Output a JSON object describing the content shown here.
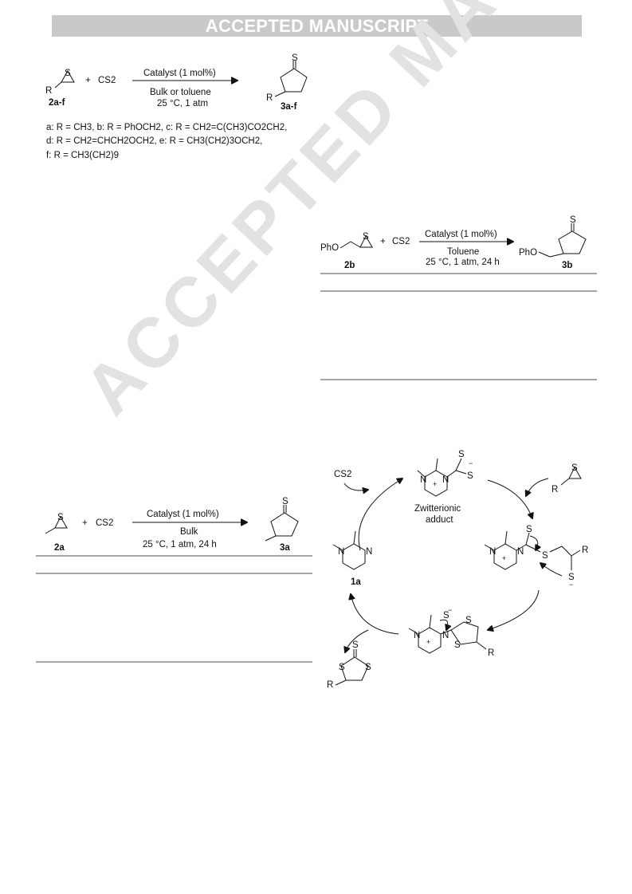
{
  "header": {
    "banner": "ACCEPTED MANUSCRIPT"
  },
  "watermark": "ACCEPTED MANUSCRIPT",
  "scheme1": {
    "reactant_label": "2a-f",
    "plus": "+",
    "cs2": "CS2",
    "conditions_top": "Catalyst (1 mol%)",
    "conditions_mid": "Bulk or toluene",
    "conditions_bot": "25 °C, 1 atm",
    "product_label": "3a-f",
    "r_label": "R",
    "legend_line1": "a: R = CH3, b: R = PhOCH2, c: R = CH2=C(CH3)CO2CH2,",
    "legend_line2": "d: R = CH2=CHCH2OCH2, e: R = CH3(CH2)3OCH2,",
    "legend_line3": "f: R = CH3(CH2)9"
  },
  "scheme2": {
    "reactant_label": "2b",
    "phO": "PhO",
    "plus": "+",
    "cs2": "CS2",
    "conditions_top": "Catalyst (1 mol%)",
    "conditions_mid": "Toluene",
    "conditions_bot": "25 °C, 1 atm, 24 h",
    "product_label": "3b"
  },
  "scheme3": {
    "reactant_label": "2a",
    "plus": "+",
    "cs2": "CS2",
    "conditions_top": "Catalyst (1 mol%)",
    "conditions_mid": "Bulk",
    "conditions_bot": "25 °C, 1 atm, 24 h",
    "product_label": "3a"
  },
  "mechanism": {
    "cs2": "CS2",
    "zwitterion_line1": "Zwitterionic",
    "zwitterion_line2": "adduct",
    "catalyst_label": "1a",
    "atom_N": "N",
    "atom_S": "S",
    "atom_R": "R",
    "plus": "+",
    "minus": "−"
  }
}
